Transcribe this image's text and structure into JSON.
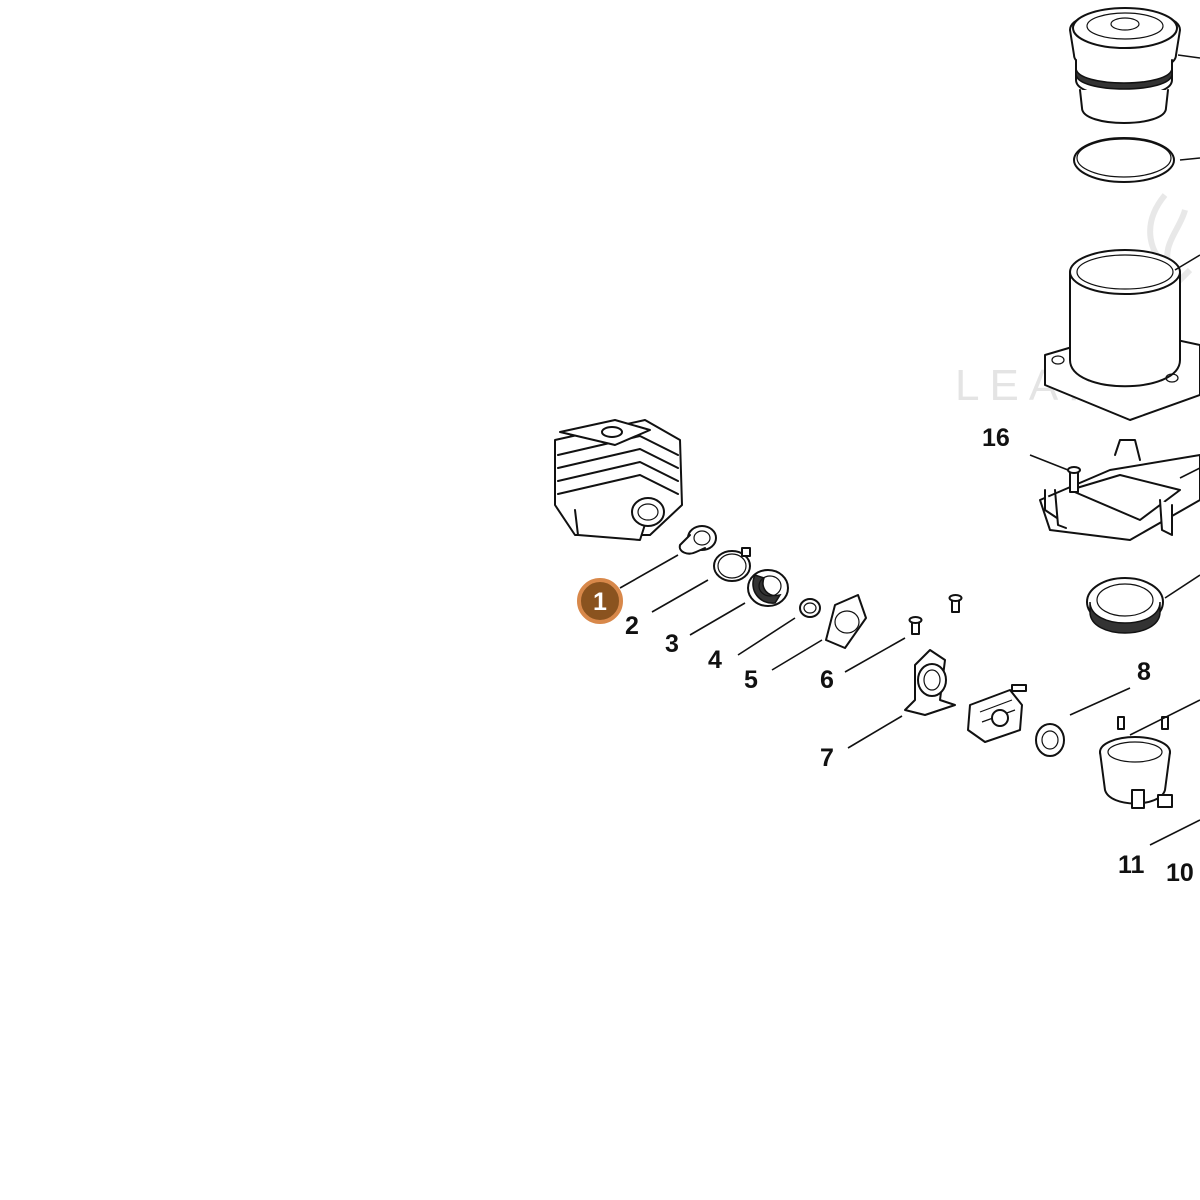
{
  "diagram": {
    "watermark": {
      "text": "LEAF V",
      "color": "#e2e2e2"
    },
    "highlight": {
      "label": "1",
      "fill": "#8a531f",
      "ring": "#d8884a",
      "text_color": "#ffffff"
    },
    "callouts": [
      {
        "id": "2",
        "label": "2"
      },
      {
        "id": "3",
        "label": "3"
      },
      {
        "id": "4",
        "label": "4"
      },
      {
        "id": "5",
        "label": "5"
      },
      {
        "id": "6",
        "label": "6"
      },
      {
        "id": "7",
        "label": "7"
      },
      {
        "id": "8",
        "label": "8"
      },
      {
        "id": "11",
        "label": "11"
      },
      {
        "id": "10",
        "label": "10"
      },
      {
        "id": "16",
        "label": "16"
      }
    ]
  }
}
